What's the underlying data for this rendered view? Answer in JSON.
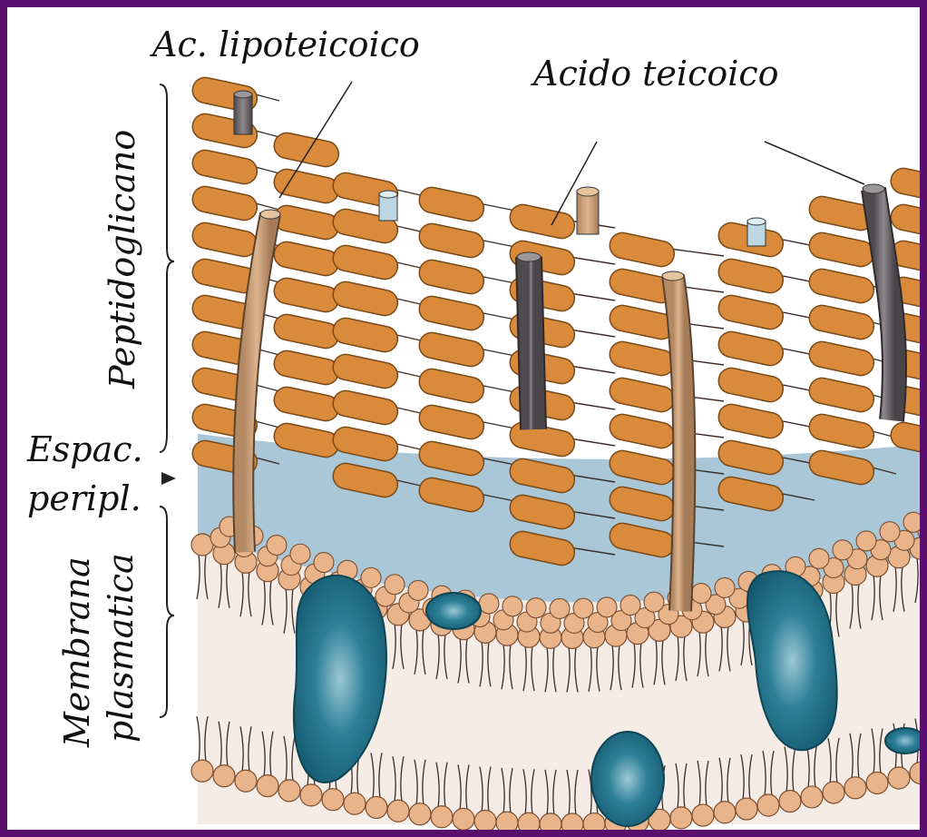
{
  "labels": {
    "lipoteichoic": "Ac. lipoteicoico",
    "teichoic": "Acido teicoico",
    "peptidoglycan": "Peptidoglicano",
    "periplasmic_line1": "Espac.",
    "periplasmic_line2": "peripl.",
    "membrane_line1": "Membrana",
    "membrane_line2": "plasmatica"
  },
  "colors": {
    "frame": "#5a0f6e",
    "peptidoglycan": "#d98a3a",
    "periplasm": "#a9c7d6",
    "lipid_head": "#e9b48a",
    "protein": "#1f6e86",
    "lipoteichoic_rod": "#c9a07a",
    "teichoic_rod": "#6f6a6e"
  }
}
